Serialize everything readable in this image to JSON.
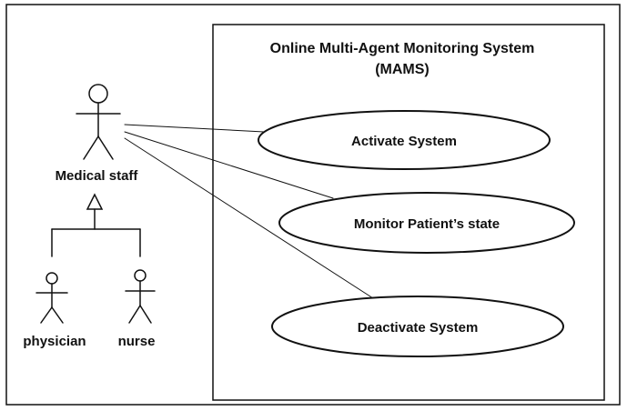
{
  "system": {
    "title_line1": "Online Multi-Agent Monitoring System",
    "title_line2": "(MAMS)"
  },
  "actors": {
    "medical_staff": "Medical staff",
    "physician": "physician",
    "nurse": "nurse"
  },
  "use_cases": {
    "activate": "Activate System",
    "monitor": "Monitor Patient’s state",
    "deactivate": "Deactivate System"
  },
  "colors": {
    "line": "#111111",
    "background": "#ffffff"
  }
}
